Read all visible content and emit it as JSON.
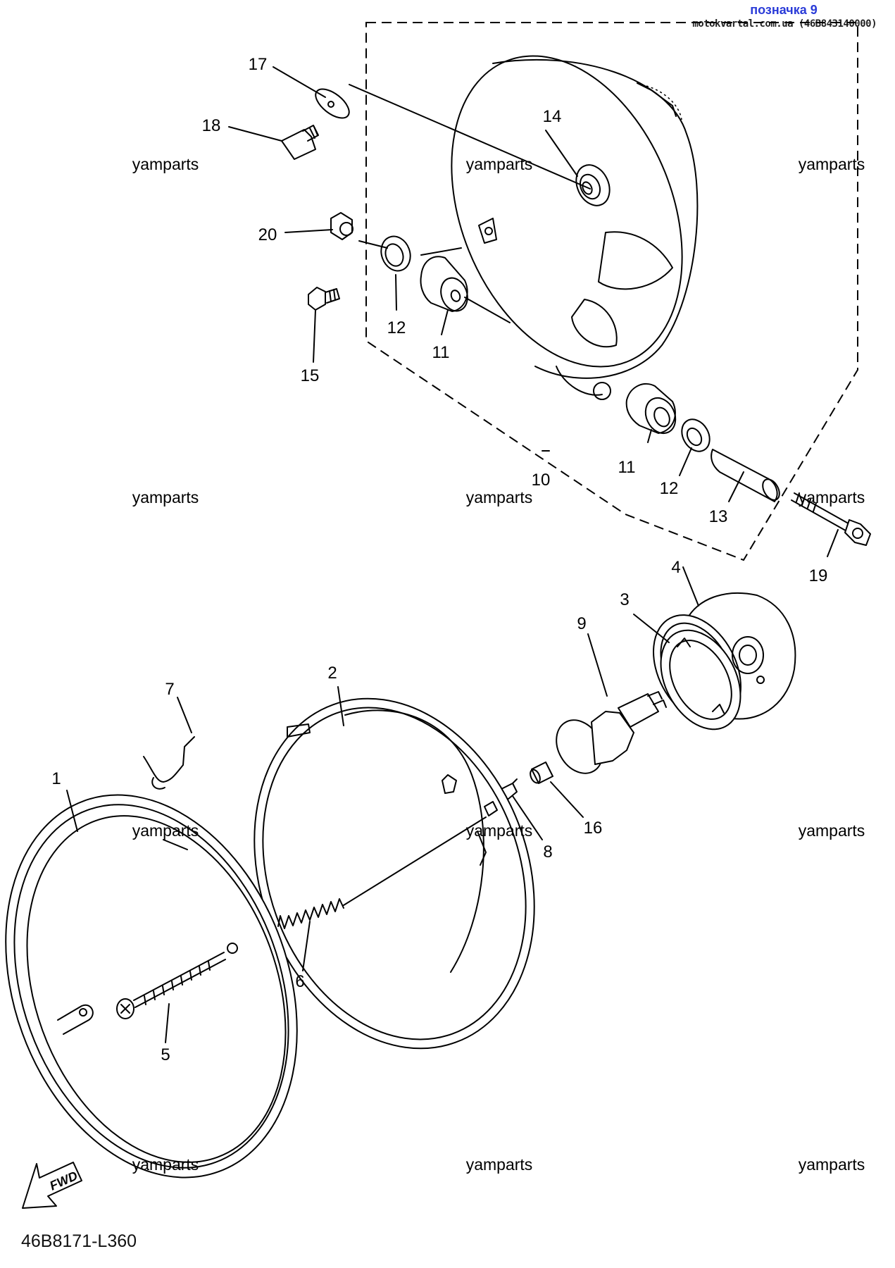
{
  "header": {
    "link_text": "позначка 9",
    "source_text": "motokvartal.com.ua (46B843140000)"
  },
  "document_code": "46B8171-L360",
  "watermark_text": "yamparts",
  "fwd_label": "FWD",
  "callouts": [
    "17",
    "18",
    "20",
    "15",
    "12",
    "11",
    "14",
    "10",
    "11",
    "12",
    "13",
    "19",
    "4",
    "3",
    "9",
    "2",
    "7",
    "1",
    "16",
    "8",
    "6",
    "5"
  ]
}
